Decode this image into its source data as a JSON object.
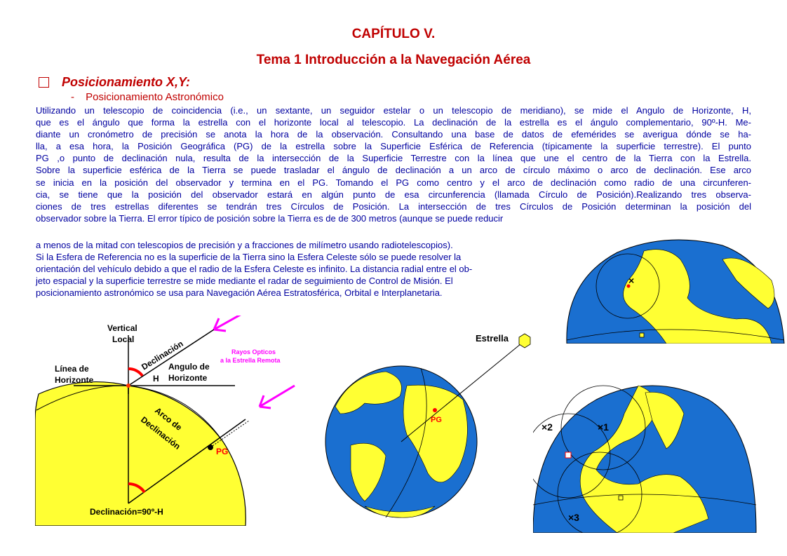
{
  "chapter_title": "CAPÍTULO V.",
  "topic_title": "Tema 1 Introducción a la Navegación Aérea",
  "section": {
    "bullet_icon": "square-bullet-icon",
    "heading": "Posicionamiento X,Y:",
    "subheading_dash": "-",
    "subheading": "Posicionamiento Astronómico"
  },
  "paragraph_lines": [
    "Utilizando un telescopio de coincidencia (i.e., un sextante, un seguidor estelar o un telescopio de meridiano), se mide el Angulo de Horizonte, H,",
    "que es el ángulo que forma la estrella con el horizonte local al telescopio. La declinación de la estrella es el ángulo complementario, 90º-H. Me-",
    "diante un cronómetro de precisión se anota la hora de la observación. Consultando una base de datos de efemérides se averigua dónde se ha-",
    "lla, a esa hora, la Posición Geográfica (PG) de la estrella sobre la Superficie Esférica de Referencia (típicamente la superficie terrestre). El punto",
    "PG ,o punto de declinación nula, resulta de la intersección de la Superficie Terrestre con la línea que une el centro de la Tierra con la Estrella.",
    "Sobre la superficie esférica de la Tierra se puede trasladar el ángulo de declinación a un arco de círculo máximo o arco de declinación. Ese arco",
    "se inicia en la posición del observador y termina en el PG. Tomando el PG como centro y el arco de declinación como radio de una circunferen-",
    "cia, se tiene que la posición del observador estará en algún punto de esa circunferencia (llamada Círculo de Posición).Realizando tres observa-",
    "ciones de tres estrellas diferentes se tendrán tres Círculos de Posición. La intersección de tres Círculos de Posición determinan la posición del",
    "observador sobre la Tierra.  El error típico de posición sobre la Tierra es de de 300 metros (aunque se puede reducir"
  ],
  "paragraph2_lines": [
    "a menos de la mitad con telescopios de precisión y a fracciones de milímetro usando radiotelescopios).",
    "Si la Esfera de Referencia no es la superficie de la Tierra sino la Esfera Celeste sólo se puede resolver la",
    "orientación del vehículo debido a que el radio de la Esfera Celeste es infinito. La distancia radial entre el ob-",
    "jeto espacial y la superficie terrestre se mide mediante el radar de seguimiento de Control de Misión. El",
    "posicionamiento astronómico se usa para Navegación Aérea Estratosférica, Orbital e Interplanetaria."
  ],
  "figure_left": {
    "vertical_label_1": "Vertical",
    "vertical_label_2": "Local",
    "horizon_label_1": "Línea de",
    "horizon_label_2": "Horizonte",
    "declination_label": "Declinación",
    "angle_label_1": "Angulo de",
    "angle_label_2": "Horizonte",
    "h_label": "H",
    "rays_label_1": "Rayos Opticos",
    "rays_label_2": "a la Estrella Remota",
    "arc_label_1": "Arco de",
    "arc_label_2": "Declinación",
    "pg_label": "PG",
    "bottom_label": "Declinación=90º-H",
    "colors": {
      "earth": "#ffff33",
      "ray": "#ff00ff",
      "angle_mark": "#ff0000"
    }
  },
  "figure_globe": {
    "star_label": "Estrella",
    "pg_label": "PG",
    "colors": {
      "ocean": "#1a6fd0",
      "land": "#ffff33",
      "star": "#ffff33"
    }
  },
  "figure_top_right": {
    "mark_label": "×"
  },
  "figure_bottom_right": {
    "mark_1": "×1",
    "mark_2": "×2",
    "mark_3": "×3"
  }
}
